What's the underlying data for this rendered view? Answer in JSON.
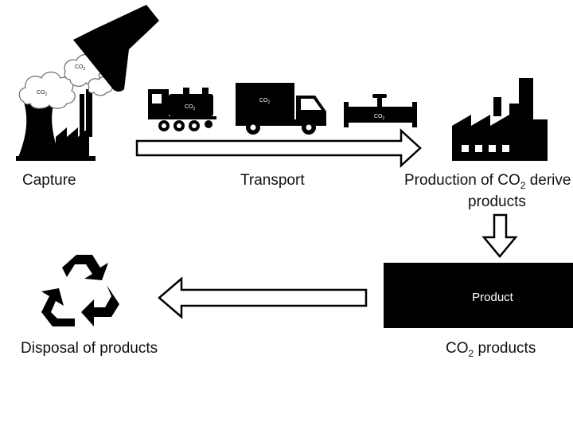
{
  "labels": {
    "capture": "Capture",
    "transport": "Transport",
    "production_pre": "Production of CO",
    "production_sub": "2",
    "production_post": " derive",
    "production_line2": "products",
    "disposal": "Disposal of products",
    "co2_products_pre": "CO",
    "co2_products_sub": "2",
    "co2_products_post": " products",
    "product_box": "Product"
  },
  "icon_tags": {
    "co2": "CO",
    "co2_sub": "2"
  },
  "colors": {
    "ink": "#000000",
    "smoke_outline": "#6b6b6b",
    "background": "#ffffff",
    "product_box": "#000000",
    "product_text": "#ffffff"
  }
}
